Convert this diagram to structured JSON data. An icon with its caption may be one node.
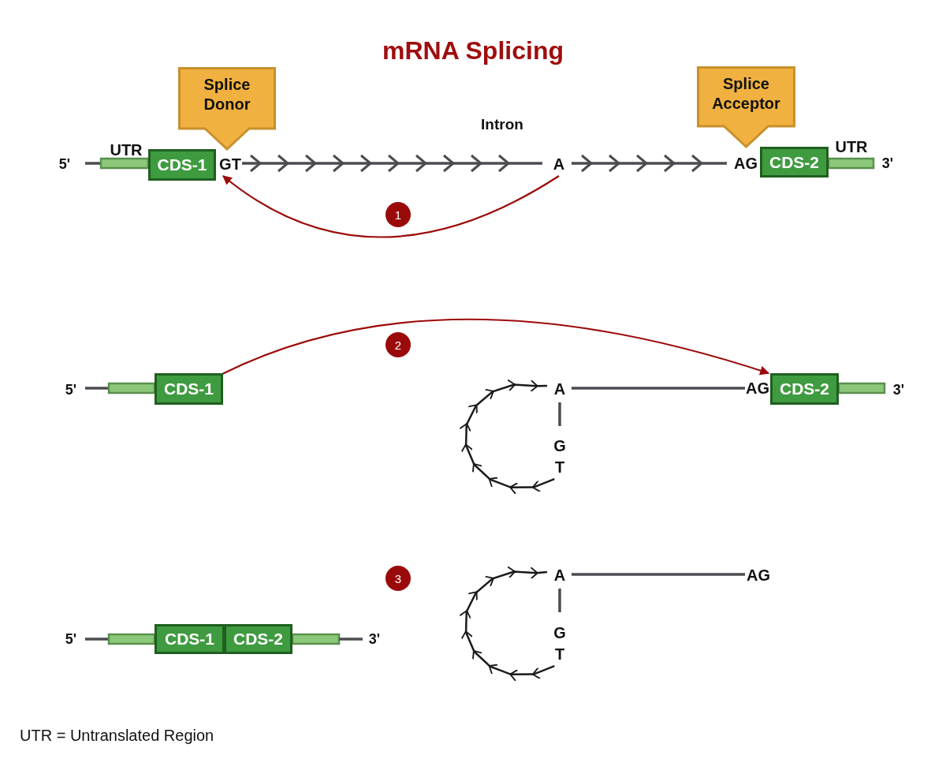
{
  "diagram": {
    "title": "mRNA Splicing",
    "nodes": [
      {
        "text": [
          "Splice Donor"
        ]
      },
      {
        "text": [
          "Splice Acceptor"
        ]
      },
      {
        "text": [
          "CDS-1"
        ]
      },
      {
        "text": [
          "GT"
        ]
      },
      {
        "text": [
          "A"
        ]
      },
      {
        "text": [
          "CDS-2"
        ]
      },
      {
        "text": [
          "1"
        ]
      },
      {
        "text": [
          "2"
        ]
      },
      {
        "text": [
          "CDS-1"
        ]
      },
      {
        "text": [
          "CDS-2"
        ]
      },
      {
        "text": [
          "3"
        ]
      },
      {
        "text": [
          "CDS-1"
        ]
      },
      {
        "text": [
          "CDS-2"
        ]
      }
    ],
    "edges": [
      {
        "from": 4,
        "to": 3,
        "arrow": "to"
      },
      {
        "from": 8,
        "to": 9,
        "arrow": "to"
      }
    ],
    "labels": [
      "UTR",
      "Intron",
      "UTR",
      "5'",
      "AG",
      "3'",
      "5'",
      "A",
      "AG",
      "3'",
      "G",
      "T",
      "A",
      "AG",
      "5'",
      "3'",
      "G",
      "T",
      "UTR = Untranslated Region"
    ]
  }
}
